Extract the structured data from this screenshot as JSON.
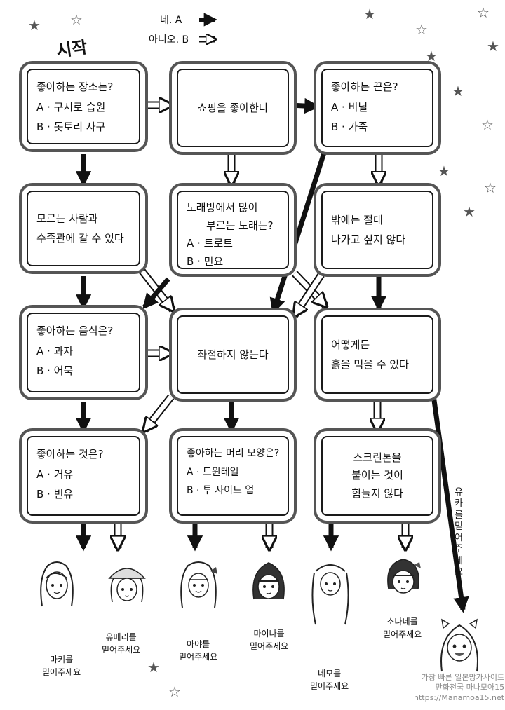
{
  "legend": {
    "yes": "네. A",
    "no": "아니오. B"
  },
  "start_label": "시작",
  "boxes": {
    "place": {
      "q": "좋아하는 장소는?",
      "a": "A · 구시로 습원",
      "b": "B · 돗토리 사구"
    },
    "shopping": "쇼핑을 좋아한다",
    "string": {
      "q": "좋아하는 끈은?",
      "a": "A · 비닐",
      "b": "B · 가죽"
    },
    "strangers": {
      "l1": "모르는 사람과",
      "l2": "수족관에 갈 수 있다"
    },
    "karaoke": {
      "l1": "노래방에서 많이",
      "l2": "부르는 노래는?",
      "a": "A · 트로트",
      "b": "B · 민요"
    },
    "outside": {
      "l1": "밖에는 절대",
      "l2": "나가고 싶지 않다"
    },
    "food": {
      "q": "좋아하는 음식은?",
      "a": "A · 과자",
      "b": "B · 어묵"
    },
    "frustrate": "좌절하지 않는다",
    "soil": {
      "l1": "어떻게든",
      "l2": "흙을 먹을 수 있다"
    },
    "likes": {
      "q": "좋아하는 것은?",
      "a": "A · 거유",
      "b": "B · 빈유"
    },
    "hair": {
      "q": "좋아하는 머리 모양은?",
      "a": "A · 트윈테일",
      "b": "B · 투 사이드 업"
    },
    "screentone": {
      "l1": "스크린톤을",
      "l2": "붙이는 것이",
      "l3": "힘들지 않다"
    }
  },
  "results": {
    "maki": {
      "l1": "마키를",
      "l2": "믿어주세요"
    },
    "yumeri": {
      "l1": "유메리를",
      "l2": "믿어주세요"
    },
    "aya": {
      "l1": "아야를",
      "l2": "믿어주세요"
    },
    "mai": {
      "l1": "마이나를",
      "l2": "믿어주세요"
    },
    "nemo": {
      "l1": "네모를",
      "l2": "믿어주세요"
    },
    "sonane": {
      "l1": "소나네를",
      "l2": "믿어주세요"
    },
    "yuka": "유카를믿어주세요"
  },
  "watermark": {
    "l1": "가장 빠른 일본망가사이트",
    "l2": "만화천국 마나모아15",
    "l3": "https://Manamoa15.net"
  },
  "colors": {
    "yes_arrow": "#111111",
    "no_arrow": "#ffffff"
  }
}
